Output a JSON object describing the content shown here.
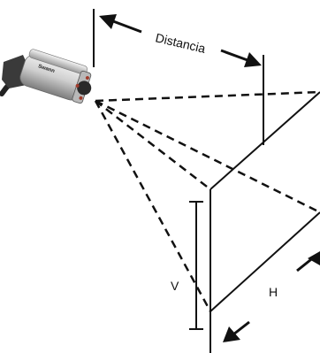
{
  "diagram": {
    "distance_label": "Distancia",
    "vertical_label": "V",
    "horizontal_label": "H",
    "camera_brand": "Swann",
    "icons": {
      "camera": "bullet-camera-icon",
      "arrow_left": "arrow-left-icon",
      "arrow_right": "arrow-right-icon"
    },
    "colors": {
      "line": "#111111",
      "camera_body": "#cfcfcf",
      "camera_shade": "#8a8a8a",
      "lens": "#2a2a2a",
      "ir_led": "#a03a2a",
      "cable": "#222222"
    }
  }
}
